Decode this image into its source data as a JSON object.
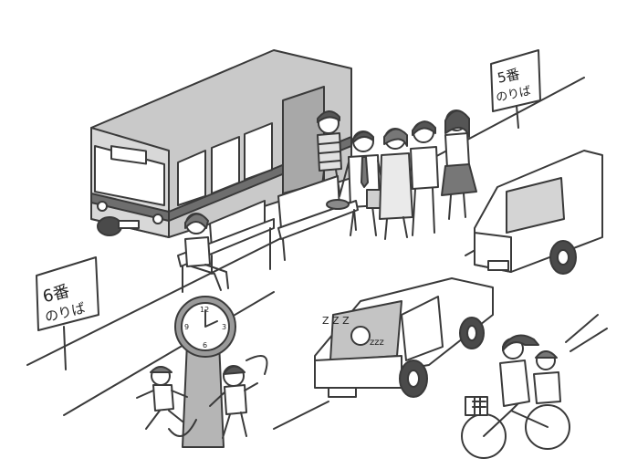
{
  "signs": {
    "platform5": {
      "number": "5番",
      "label": "のりば"
    },
    "platform6": {
      "number": "6番",
      "label": "のりば"
    }
  },
  "clock": {
    "numerals": [
      "12",
      "3",
      "6",
      "9"
    ]
  },
  "sleep": {
    "zzz": "Z Z Z",
    "zzz2": "zzz"
  },
  "colors": {
    "ink": "#3a3a3a",
    "shade": "#bdbdbd",
    "shade_dark": "#8a8a8a",
    "paper": "#ffffff"
  }
}
